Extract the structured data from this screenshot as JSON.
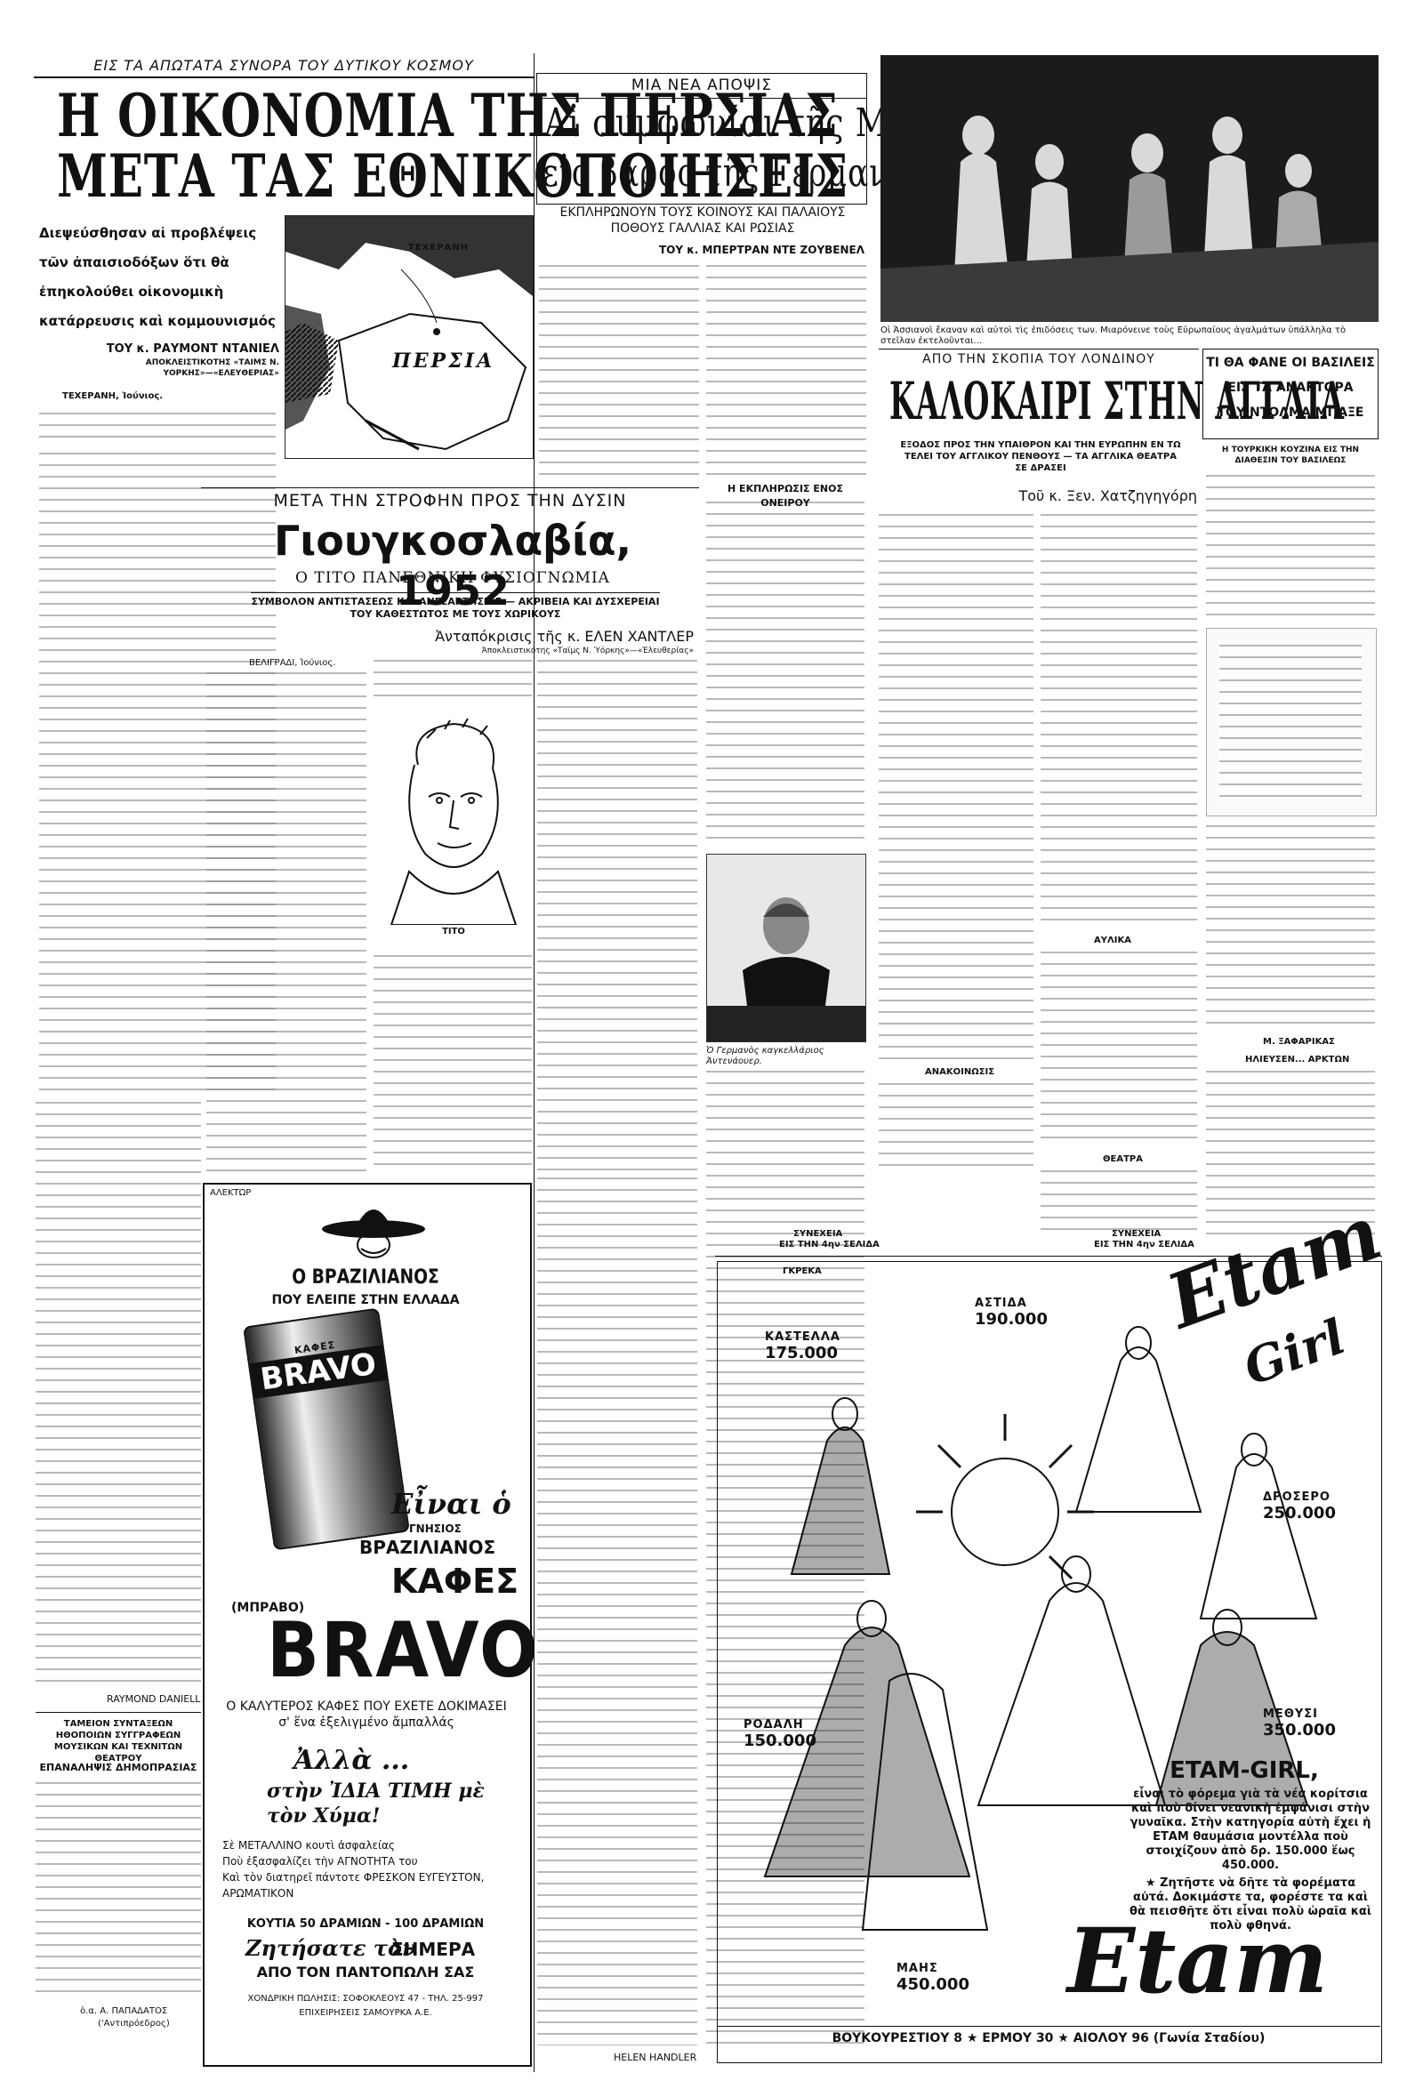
{
  "persia": {
    "kicker": "ΕΙΣ ΤΑ ΑΠΩΤΑΤΑ ΣΥΝΟΡΑ ΤΟΥ ΔΥΤΙΚΟΥ ΚΟΣΜΟΥ",
    "title_line1": "Η ΟΙΚΟΝΟΜΙΑ ΤΗΣ ΠΕΡΣΙΑΣ",
    "title_line2": "ΜΕΤΑ ΤΑΣ ΕΘΝΙΚΟΠΟΙΗΣΕΙΣ",
    "deck": "Διεψεύσθησαν αἱ προβλέψεις τῶν ἀπαισιοδόξων ὅτι θὰ ἐπηκολούθει οἰκονομικὴ κατάρρευσις καὶ κομμουνισμός",
    "byline": "ΤΟΥ κ. ΡΑΥΜΟΝΤ ΝΤΑΝΙΕΛ",
    "byline_note": "ΑΠΟΚΛΕΙΣΤΙΚΟΤΗΣ «ΤΑΙΜΣ Ν. ΥΟΡΚΗΣ»—«ΕΛΕΥΘΕΡΙΑΣ»",
    "dateline": "ΤΕΧΕΡΑΝΗ, Ἰούνιος.",
    "map_label_country": "ΠΕΡΣΙΑ",
    "map_label_city": "ΤΕΧΕΡΑΝΗ",
    "signature": "RAYMOND DANIELL"
  },
  "fund": {
    "title": "ΤΑΜΕΙΟΝ ΣΥΝΤΑΞΕΩΝ ΗΘΟΠΟΙΩΝ ΣΥΓΓΡΑΦΕΩΝ ΜΟΥΣΙΚΩΝ ΚΑΙ ΤΕΧΝΙΤΩΝ ΘΕΑΤΡΟΥ",
    "subtitle": "ΕΠΑΝΑΛΗΨΙΣ ΔΗΜΟΠΡΑΣΙΑΣ",
    "signature": "ὁ.α. Α. ΠΑΠΑΔΑΤΟΣ",
    "signature_note": "('Αντιπρόεδρος)"
  },
  "bonn": {
    "kicker": "ΜΙΑ ΝΕΑ ΑΠΟΨΙΣ",
    "title_line1": "Αἱ συμφωνίαι τῆς Μπὸν",
    "title_line2": "εἰς βάρος τῆς Γερμανίας",
    "deck": "ΕΚΠΛΗΡΩΝΟΥΝ ΤΟΥΣ ΚΟΙΝΟΥΣ ΚΑΙ ΠΑΛΑΙΟΥΣ ΠΟΘΟΥΣ ΓΑΛΛΙΑΣ ΚΑΙ ΡΩΣΙΑΣ",
    "byline": "ΤΟΥ κ. ΜΠΕΡΤΡΑΝ ΝΤΕ ΖΟΥΒΕΝΕΛ",
    "subhead": "Η ΕΚΠΛΗΡΩΣΙΣ ΕΝΟΣ ΟΝΕΙΡΟΥ",
    "photo_caption": "Ὁ Γερμανὸς καγκελλάριος Ἀντενάουερ.",
    "continued": "ΣΥΝΕΧΕΙΑ",
    "continued_page": "ΕΙΣ ΤΗΝ 4ην ΣΕΛΙΔΑ"
  },
  "yugoslavia": {
    "kicker": "ΜΕΤΑ ΤΗΝ ΣΤΡΟΦΗΝ ΠΡΟΣ ΤΗΝ ΔΥΣΙΝ",
    "title": "Γιουγκοσλαβία, 1952",
    "subtitle": "Ο ΤΙΤΟ ΠΑΝΕΘΝΙΚΗ ΦΥΣΙΟΓΝΩΜΙΑ",
    "deck": "ΣΥΜΒΟΛΟΝ ΑΝΤΙΣΤΑΣΕΩΣ ΚΑΙ ΑΝΕΞΑΡΤΗΣΙΑΣ — ΑΚΡΙΒΕΙΑ ΚΑΙ ΔΥΣΧΕΡΕΙΑΙ ΤΟΥ ΚΑΘΕΣΤΩΤΟΣ ΜΕ ΤΟΥΣ ΧΩΡΙΚΟΥΣ",
    "byline": "Ἀνταπόκρισις τῆς κ. ΕΛΕΝ ΧΑΝΤΛΕΡ",
    "byline_note": "Ἀποκλειστικότης «Ταϊμς Ν. Ὑόρκης»—«Ἐλευθερίας»",
    "dateline": "ΒΕΛΙΓΡΑΔΙ, Ἰούνιος.",
    "portrait_caption": "ΤΙΤΟ",
    "signature": "HELEN HANDLER"
  },
  "photo_top": {
    "caption": "Οἱ Ἀσσιανοὶ ἔκαναν καὶ αὐτοὶ τὶς ἐπιδόσεις των. Μιαρόνεινε τοὺς Εὐρωπαίους ἀγαλμάτων ὑπάλληλα τὸ στεῖλαν ἐκτελοῦνται..."
  },
  "kings": {
    "title_line1": "ΤΙ ΘΑ ΦΑΝΕ ΟΙ ΒΑΣΙΛΕΙΣ",
    "title_line2": "ΕΙΣ ΤΑ ΑΝΑΚΤΟΡΑ",
    "title_line3": "ΤΟΥ ΝΤΟΛΜΑ ΜΠΑΞΕ",
    "deck": "Η ΤΟΥΡΚΙΚΗ ΚΟΥΖΙΝΑ ΕΙΣ ΤΗΝ ΔΙΑΘΕΣΙΝ ΤΟΥ ΒΑΣΙΛΕΩΣ",
    "signature": "Μ. ΞΑΦΑΡΙΚΑΣ",
    "footer_title": "ΗΛΙΕΥΣΕΝ... ΑΡΚΤΩΝ"
  },
  "london": {
    "kicker": "ΑΠΟ ΤΗΝ ΣΚΟΠΙΑ ΤΟΥ ΛΟΝΔΙΝΟΥ",
    "title": "ΚΑΛΟΚΑΙΡΙ ΣΤΗΝ ΑΓΓΛΙΑ",
    "deck": "ΕΞΟΔΟΣ ΠΡΟΣ ΤΗΝ ΥΠΑΙΘΡΟΝ ΚΑΙ ΤΗΝ ΕΥΡΩΠΗΝ ΕΝ ΤΩ ΤΕΛΕΙ ΤΟΥ ΑΓΓΛΙΚΟΥ ΠΕΝΘΟΥΣ — ΤΑ ΑΓΓΛΙΚΑ ΘΕΑΤΡΑ ΣΕ ΔΡΑΣΕΙ",
    "byline": "Τοῦ κ. Ξεν. Χατζηγηγόρη",
    "sub_aulika": "ΑΥΛΙΚΑ",
    "sub_anakoinoseis": "ΑΝΑΚΟΙΝΩΣΙΣ",
    "sub_theatra": "ΘΕΑΤΡΑ",
    "continued": "ΣΥΝΕΧΕΙΑ",
    "continued_page": "ΕΙΣ ΤΗΝ 4ην ΣΕΛΙΔΑ"
  },
  "bravo_ad": {
    "credit": "ΑΛΕΚΤΩΡ",
    "headline_top": "Ο ΒΡΑΖΙΛΙΑΝΟΣ",
    "headline_sub": "ΠΟΥ ΕΛΕΙΠΕ ΣΤΗΝ ΕΛΛΑΔΑ",
    "can_brand_small": "ΚΑΦΕΣ",
    "can_brand": "BRAVO",
    "is_the": "Εἶναι ὁ",
    "genuine": "ΓΝΗΣΙΟΣ",
    "brazilian": "ΒΡΑΖΙΛΙΑΝΟΣ",
    "coffee": "ΚΑΦΕΣ",
    "pronunciation": "(ΜΠΡΑΒΟ)",
    "brand": "BRAVO",
    "tagline": "Ο ΚΑΛΥΤΕΡΟΣ ΚΑΦΕΣ ΠΟΥ ΕΧΕΤΕ ΔΟΚΙΜΑΣΕΙ σ' ἕνα ἐξελιγμένο ἄμπαλλάς",
    "script_line1": "Ἀλλὰ ...",
    "script_line2": "στὴν ἸΔΙΑ ΤΙΜΗ μὲ τὸν Χύμα!",
    "bullets": [
      "Σὲ ΜΕΤΑΛΛΙΝΟ κουτὶ ἀσφαλείας",
      "Ποὺ ἐξασφαλίζει τὴν ΑΓΝΟΤΗΤΑ του",
      "Καὶ τὸν διατηρεῖ πάντοτε ΦΡΕΣΚΟΝ ΕΥΓΕΥΣΤΟΝ, ΑΡΩΜΑΤΙΚΟΝ"
    ],
    "sizes": "ΚΟΥΤΙΑ 50 ΔΡΑΜΙΩΝ - 100 ΔΡΑΜΙΩΝ",
    "call_to_action_script": "Ζητήσατε τὸν",
    "call_to_action_today": "ΣΗΜΕΡΑ",
    "call_to_action_where": "ΑΠΟ ΤΟΝ ΠΑΝΤΟΠΩΛΗ ΣΑΣ",
    "footer_line1": "ΧΟΝΔΡΙΚΗ ΠΩΛΗΣΙΣ: ΣΟΦΟΚΛΕΟΥΣ 47 - ΤΗΛ. 25-997",
    "footer_line2": "ΕΠΙΧΕΙΡΗΣΕΙΣ ΣΑΜΟΥΡΚΑ Α.Ε."
  },
  "etam_ad": {
    "credit": "ΓΚΡΕΚΑ",
    "logo_top": "Etam",
    "logo_sub": "Girl",
    "items": [
      {
        "name": "ΚΑΣΤΕΛΛΑ",
        "price": "175.000"
      },
      {
        "name": "ΑΣΤΙΔΑ",
        "price": "190.000"
      },
      {
        "name": "ΔΡΟΣΕΡΟ",
        "price": "250.000"
      },
      {
        "name": "ΡΟΔΑΛΗ",
        "price": "150.000"
      },
      {
        "name": "ΜΕΘΥΣΙ",
        "price": "350.000"
      },
      {
        "name": "ΜΑΗΣ",
        "price": "450.000"
      }
    ],
    "title": "ETAM-GIRL,",
    "description": "εἶναι τὸ φόρεμα γιὰ τὰ νέα κορίτσια καὶ ποὺ δίνει νεανικὴ ἐμφάνισι στὴν γυναῖκα. Στὴν κατηγορία αὐτὴ ἔχει ἡ ΕΤΑΜ θαυμάσια μοντέλλα ποὺ στοιχίζουν ἀπὸ δρ. 150.000 ἕως 450.000.",
    "cta": "★ Ζητῆστε νὰ δῆτε τὰ φορέματα αὐτά. Δοκιμάστε τα, φορέστε τα καὶ θὰ πεισθῆτε ὅτι εἶναι πολὺ ὡραῖα καὶ πολὺ φθηνά.",
    "logo_bottom": "Etam",
    "address": "ΒΟΥΚΟΥΡΕΣΤΙΟΥ 8 ★ ΕΡΜΟΥ 30 ★ ΑΙΟΛΟΥ 96 (Γωνία Σταδίου)"
  }
}
